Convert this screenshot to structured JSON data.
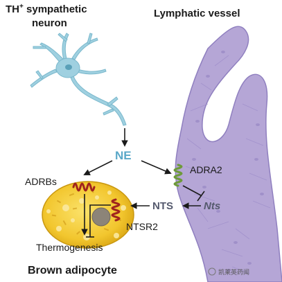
{
  "labels": {
    "neuron_title_line1": "TH",
    "neuron_title_sup": "+",
    "neuron_title_line1_rest": " sympathetic",
    "neuron_title_line2": "neuron",
    "vessel_title": "Lymphatic vessel",
    "ne": "NE",
    "adrbs": "ADRBs",
    "adra2": "ADRA2",
    "nts_protein": "NTS",
    "nts_gene": "Nts",
    "ntsr2": "NTSR2",
    "thermogenesis": "Thermogenesis",
    "adipocyte": "Brown adipocyte",
    "watermark": "凯莱英药闻"
  },
  "colors": {
    "neuron": "#9fd0e0",
    "vessel": "#b5a6d6",
    "vessel_stroke": "#8f7fbf",
    "adipocyte": "#f2c62e",
    "ne_text": "#5aa8c8",
    "receptor_red": "#a0241e",
    "receptor_green": "#6e9a3a"
  }
}
